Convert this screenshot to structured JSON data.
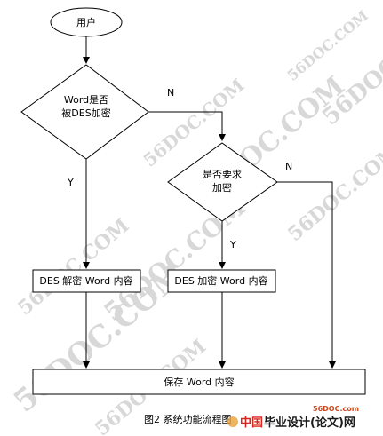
{
  "nodes": {
    "start": "用户",
    "decision1_line1": "Word是否",
    "decision1_line2": "被DES加密",
    "decision2_line1": "是否要求",
    "decision2_line2": "加密",
    "decrypt": "DES 解密 Word 内容",
    "encrypt": "DES 加密 Word 内容",
    "save": "保存 Word 内容"
  },
  "edge_labels": {
    "d1_no": "N",
    "d1_yes": "Y",
    "d2_no": "N",
    "d2_yes": "Y"
  },
  "caption": "图2 系统功能流程图",
  "watermark": {
    "text": "56DOC.COM",
    "site": "56DOC.com",
    "brand_cn": "中国",
    "brand_rest": "毕业设计(论文)网"
  },
  "colors": {
    "line": "#000000",
    "watermark": "#d8d8d8",
    "brand_red": "#d8261c"
  }
}
